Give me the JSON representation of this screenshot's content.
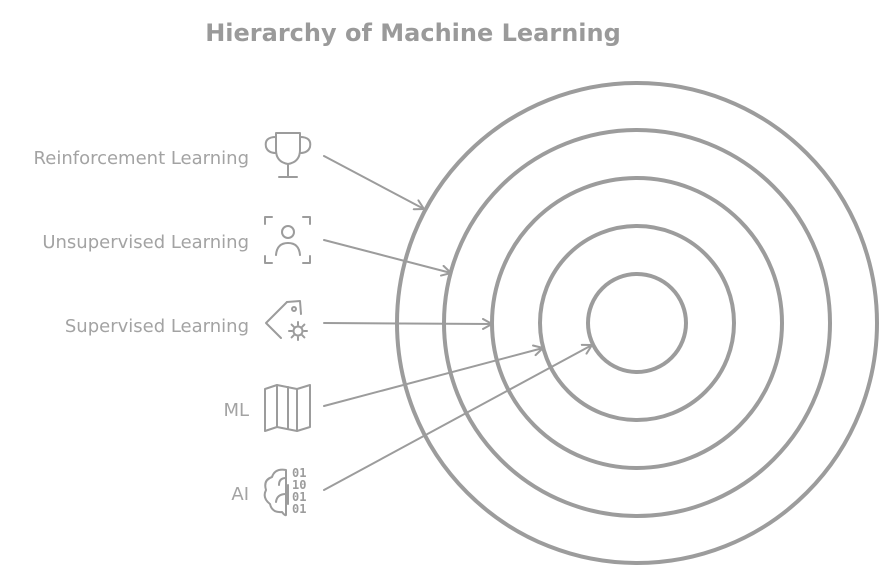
{
  "title": "Hierarchy of Machine Learning",
  "levels": [
    {
      "label": "Reinforcement Learning",
      "icon": "trophy-icon"
    },
    {
      "label": "Unsupervised Learning",
      "icon": "user-scan-icon"
    },
    {
      "label": "Supervised Learning",
      "icon": "tag-gear-icon"
    },
    {
      "label": "ML",
      "icon": "map-icon"
    },
    {
      "label": "AI",
      "icon": "brain-binary-icon"
    }
  ],
  "binary_digits": [
    "01",
    "10",
    "01",
    "01"
  ],
  "colors": {
    "stroke": "#9c9c9c",
    "text": "#a3a3a3",
    "title": "#9a9a9a",
    "background": "#ffffff"
  }
}
